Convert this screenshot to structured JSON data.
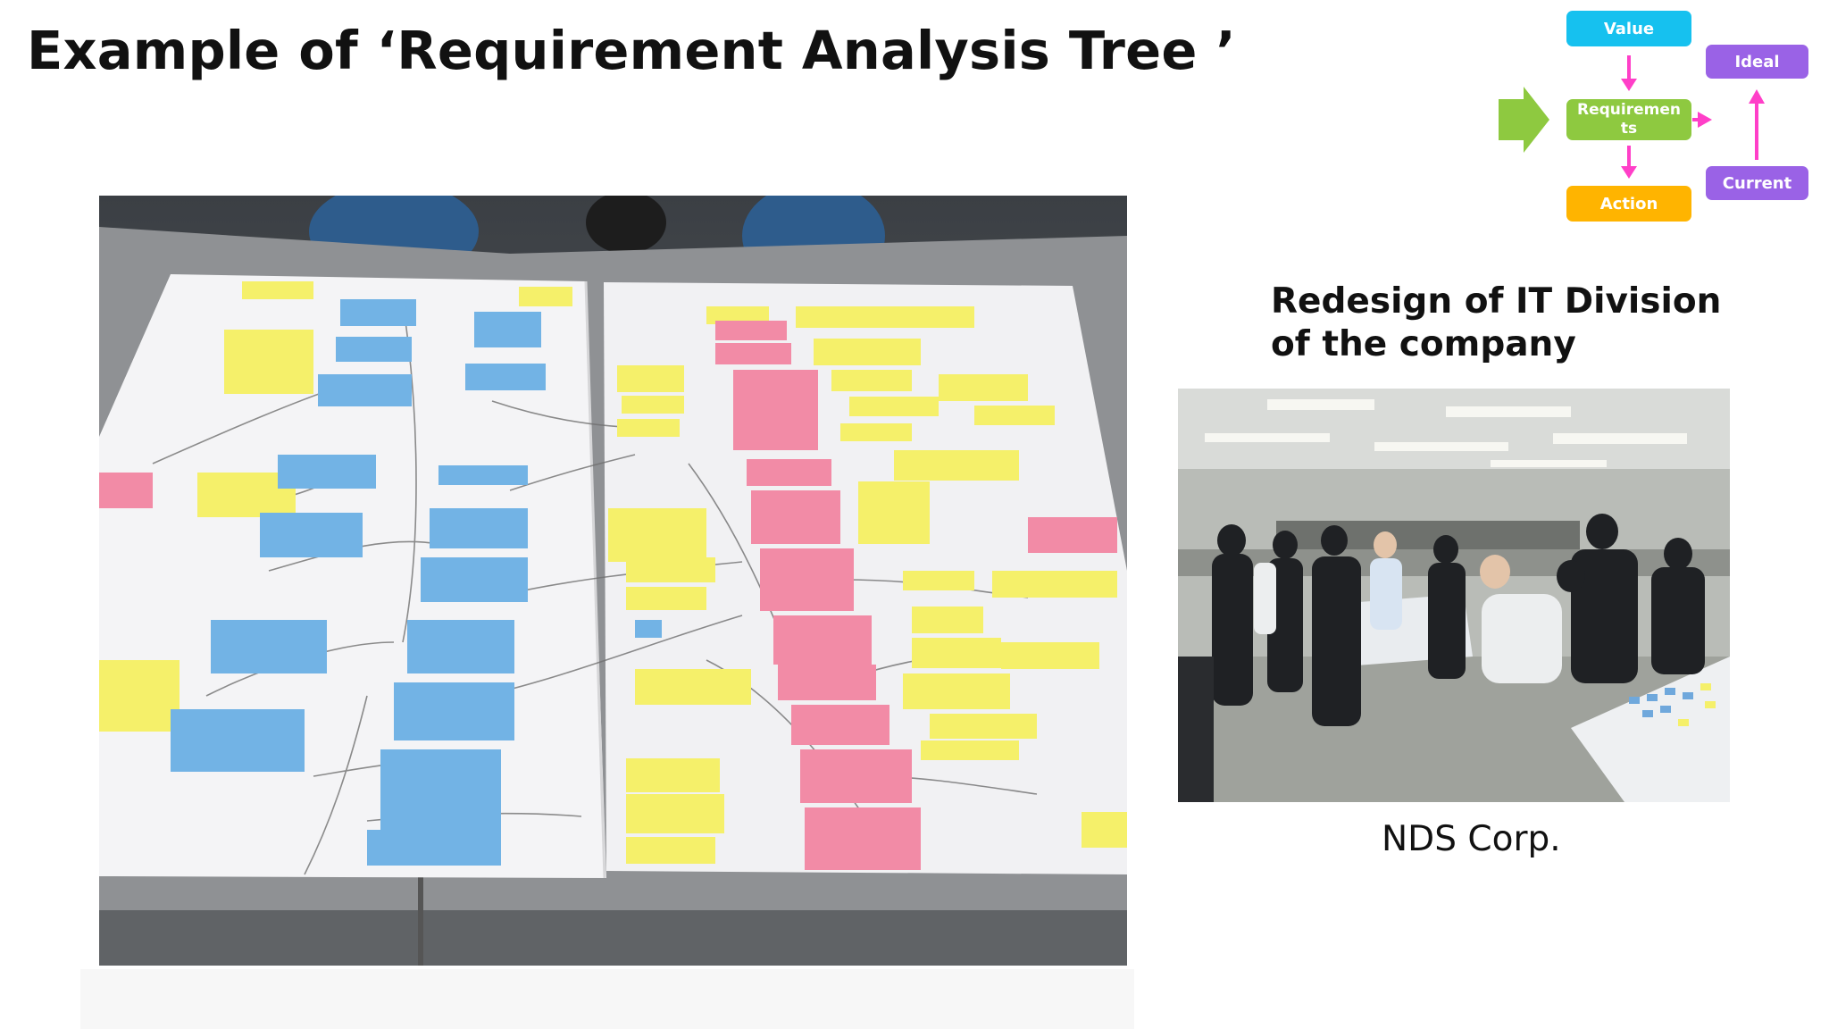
{
  "title": "Example of ‘Requirement Analysis Tree ’",
  "flow": {
    "value": "Value",
    "requirements": "Requiremen ts",
    "action": "Action",
    "ideal": "Ideal",
    "current": "Current",
    "colors": {
      "value": "#16c1ef",
      "requirements": "#8ec940",
      "action": "#ffb400",
      "ideal_current": "#9a62e6",
      "arrows": "#ff3fc8",
      "big_arrow": "#8ec940"
    }
  },
  "captions": {
    "redesign_line1": "Redesign of IT Division",
    "redesign_line2": "of the company",
    "company": "NDS Corp."
  },
  "photos": {
    "tree_photo": "photo of requirement analysis tree with sticky notes on table",
    "workshop_photo": "photo of workshop in office room"
  }
}
